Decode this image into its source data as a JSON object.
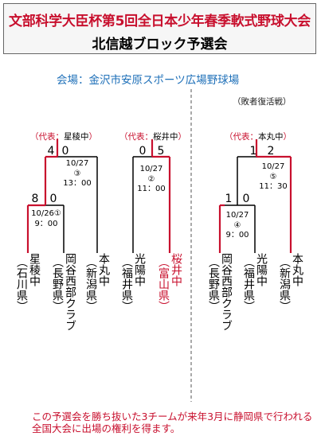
{
  "header": {
    "title": "文部科学大臣杯第5回全日本少年春季軟式野球大会",
    "subtitle": "北信越ブロック予選会"
  },
  "venue": "会場：金沢市安原スポーツ広場野球場",
  "loser_revival_note": "（敗者復活戦）",
  "colors": {
    "winner_red": "#c8102e",
    "venue_blue": "#1d6fb8",
    "line_black": "#000000"
  },
  "representatives": [
    {
      "label": "（代表：",
      "team": "星稜中",
      "close": "）"
    },
    {
      "label": "（代表：",
      "team": "桜井中",
      "close": "）"
    },
    {
      "label": "（代表：",
      "team": "本丸中",
      "close": "）"
    }
  ],
  "scores": {
    "m1_left": "8",
    "m1_right": "0",
    "m3_left": "4",
    "m3_right": "0",
    "m2_left": "0",
    "m2_right": "5",
    "m4_left": "1",
    "m4_right": "0",
    "m5_left": "1",
    "m5_right": "2"
  },
  "matches": [
    {
      "date": "10/26",
      "num": "①",
      "time": "9：00"
    },
    {
      "date": "10/27",
      "num": "②",
      "time": "11：00"
    },
    {
      "date": "10/27",
      "num": "③",
      "time": "13：00"
    },
    {
      "date": "10/27",
      "num": "④",
      "time": "9：00"
    },
    {
      "date": "10/27",
      "num": "⑤",
      "time": "11：30"
    }
  ],
  "teams": [
    {
      "name": "星稜中",
      "pref": "（石川県）"
    },
    {
      "name": "岡谷西部クラブ",
      "pref": "（長野県）"
    },
    {
      "name": "本丸中",
      "pref": "（新潟県）"
    },
    {
      "name": "光陽中",
      "pref": "（福井県）"
    },
    {
      "name": "桜井中",
      "pref": "（富山県）"
    },
    {
      "name": "岡谷西部クラブ",
      "pref": "（長野県）"
    },
    {
      "name": "光陽中",
      "pref": "（福井県）"
    },
    {
      "name": "本丸中",
      "pref": "（新潟県）"
    }
  ],
  "footer": {
    "line1": "この予選会を勝ち抜いた3チームが来年3月に静岡県で行われる",
    "line2": "全国大会に出場の権利を得ます。"
  }
}
